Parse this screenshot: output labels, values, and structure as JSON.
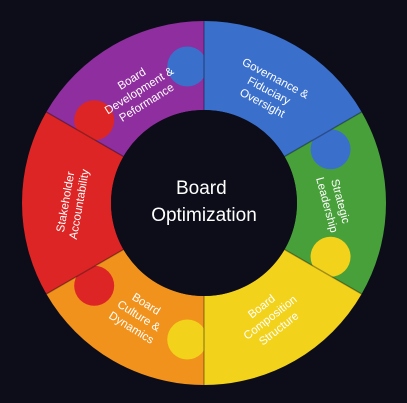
{
  "diagram": {
    "center_title": [
      "Board",
      "Optimization"
    ],
    "colors": {
      "background": "#0c0d18",
      "hub": "#0c0d18",
      "seam": "#0c0d18"
    },
    "segments": [
      {
        "name": "governance",
        "lines": [
          "Governance &",
          "Fiduciary",
          "Oversight"
        ],
        "color": "#3a6fcc",
        "text_color": "#ffffff"
      },
      {
        "name": "strategic",
        "lines": [
          "Strategic",
          "Leadership"
        ],
        "color": "#48a03a",
        "text_color": "#ffffff"
      },
      {
        "name": "composition",
        "lines": [
          "Board",
          "Composition",
          "Structure"
        ],
        "color": "#f2d21a",
        "text_color": "#3a3a3a"
      },
      {
        "name": "culture",
        "lines": [
          "Board",
          "Culture &",
          "Dynamics"
        ],
        "color": "#f0921c",
        "text_color": "#7a4a10"
      },
      {
        "name": "stakeholder",
        "lines": [
          "Stakeholder",
          "Accountability"
        ],
        "color": "#dd2525",
        "text_color": "#ffffff"
      },
      {
        "name": "development",
        "lines": [
          "Board",
          "Development &",
          "Peformance"
        ],
        "color": "#8f2e9e",
        "text_color": "#ffffff"
      }
    ]
  }
}
